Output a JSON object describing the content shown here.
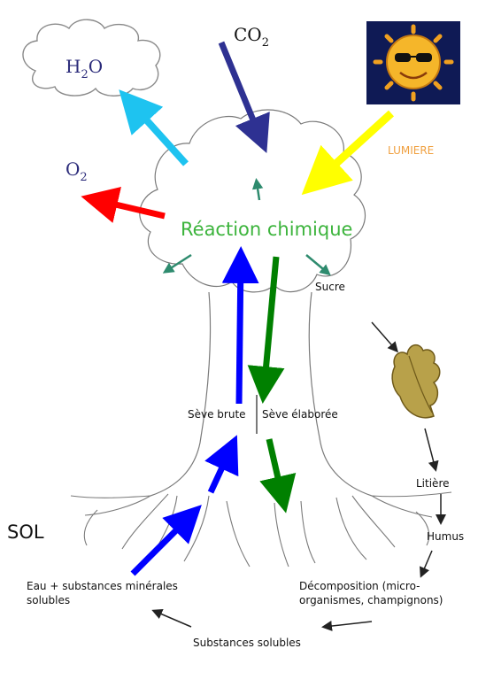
{
  "labels": {
    "co2": "CO",
    "co2_sub": "2",
    "h2o_h": "H",
    "h2o_sub": "2",
    "h2o_o": "O",
    "o2": "O",
    "o2_sub": "2",
    "lumiere": "LUMIERE",
    "reaction": "Réaction chimique",
    "sucre": "Sucre",
    "seve_brute": "Sève brute",
    "seve_elaboree": "Sève élaborée",
    "litiere": "Litière",
    "sol": "SOL",
    "humus": "Humus",
    "eau_line1": "Eau + substances minérales",
    "eau_line2": "solubles",
    "decomp_line1": "Décomposition (micro-",
    "decomp_line2": "organismes, champignons)",
    "substances": "Substances solubles"
  },
  "colors": {
    "co2_arrow": "#2e3192",
    "h2o_arrow": "#1ec3f0",
    "sun_arrow": "#ffff00",
    "o2_arrow": "#ff0000",
    "sap_up": "#0000ff",
    "sap_down": "#008000",
    "sugar_arrows": "#2e8b6e",
    "reaction_text": "#3cb43c",
    "lumiere_text": "#f0a040",
    "dark_text": "#2b2b7a",
    "outline": "#777777"
  }
}
